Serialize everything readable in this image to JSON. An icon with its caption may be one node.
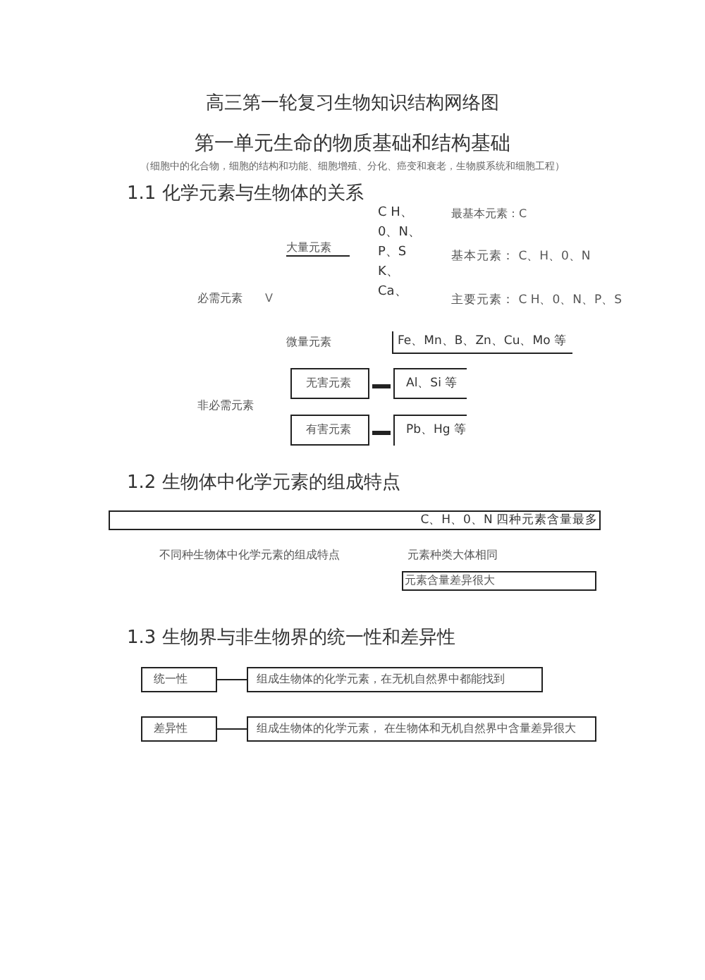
{
  "diagram": {
    "title": "高三第一轮复习生物知识结构网络图",
    "nodes": [
      {
        "text": [
          "必需元素"
        ]
      },
      {
        "text": [
          "大量元素"
        ]
      },
      {
        "text": [
          "C H、 0、N、 P、S K、 Ca、"
        ]
      },
      {
        "text": [
          "最基本元素：C"
        ]
      },
      {
        "text": [
          "基本元素： C、H、0、N"
        ]
      },
      {
        "text": [
          "主要元素： C H、0、N、P、S"
        ]
      },
      {
        "text": [
          "微量元素"
        ]
      },
      {
        "text": [
          "Fe、Mn、B、Zn、Cu、Mo 等"
        ]
      },
      {
        "text": [
          "非必需元素"
        ]
      },
      {
        "text": [
          "无害元素"
        ]
      },
      {
        "text": [
          "Al、Si 等"
        ]
      },
      {
        "text": [
          "有害元素"
        ]
      },
      {
        "text": [
          "Pb、Hg 等"
        ]
      },
      {
        "text": [
          "C、H、0、N 四种元素含量最多"
        ]
      },
      {
        "text": [
          "不同种生物体中化学元素的组成特点"
        ]
      },
      {
        "text": [
          "元素种类大体相同"
        ]
      },
      {
        "text": [
          "元素含量差异很大"
        ]
      },
      {
        "text": [
          "统一性"
        ]
      },
      {
        "text": [
          "组成生物体的化学元素，在无机自然界中都能找到"
        ]
      },
      {
        "text": [
          "差异性"
        ]
      },
      {
        "text": [
          "组成生物体的化学元素， 在生物体和无机自然界中含量差异很大"
        ]
      }
    ],
    "edges": [
      {
        "from": 9,
        "to": 10,
        "arrow": "none",
        "style": "thick"
      },
      {
        "from": 11,
        "to": 12,
        "arrow": "none",
        "style": "thick"
      },
      {
        "from": 17,
        "to": 18,
        "arrow": "none"
      },
      {
        "from": 19,
        "to": 20,
        "arrow": "none"
      }
    ],
    "labels": [
      "第一单元生命的物质基础和结构基础",
      "（细胞中的化合物，细胞的结构和功能、细胞增殖、分化、癌变和衰老，生物膜系统和细胞工程）",
      "1.1 化学元素与生物体的关系",
      "V",
      "1.2 生物体中化学元素的组成特点",
      "1.3 生物界与非生物界的统一性和差异性"
    ]
  }
}
